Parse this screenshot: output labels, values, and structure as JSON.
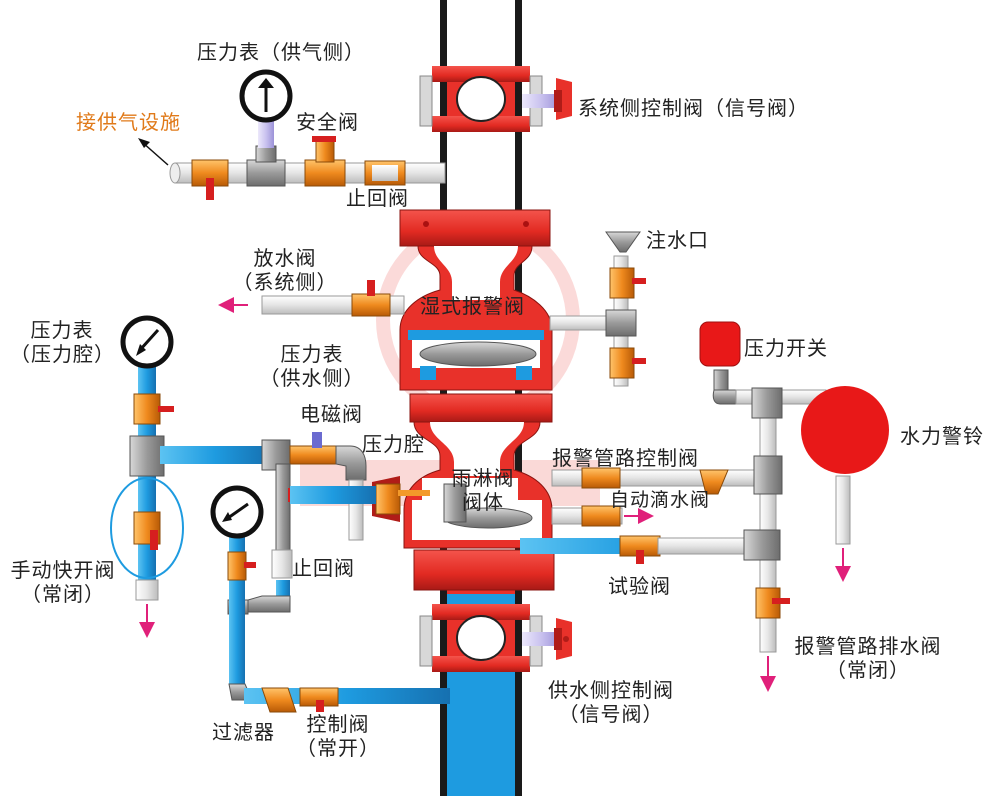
{
  "labels": {
    "gauge_supply_air": "压力表（供气侧）",
    "connect_air_supply": "接供气设施",
    "safety_valve": "安全阀",
    "check_valve_top": "止回阀",
    "system_side_control_valve": "系统侧控制阀（信号阀）",
    "water_inlet": "注水口",
    "drain_valve_line1": "放水阀",
    "drain_valve_line2": "（系统侧）",
    "wet_alarm_valve": "湿式报警阀",
    "gauge_chamber_line1": "压力表",
    "gauge_chamber_line2": "（压力腔）",
    "gauge_supply_water_line1": "压力表",
    "gauge_supply_water_line2": "（供水侧）",
    "pressure_switch": "压力开关",
    "water_motor_gong": "水力警铃",
    "solenoid_valve": "电磁阀",
    "pressure_chamber": "压力腔",
    "alarm_line_control_valve": "报警管路控制阀",
    "deluge_valve_line1": "雨淋阀",
    "deluge_valve_line2": "阀体",
    "auto_drip_valve": "自动滴水阀",
    "manual_quick_open_line1": "手动快开阀",
    "manual_quick_open_line2": "（常闭）",
    "check_valve_bottom": "止回阀",
    "test_valve": "试验阀",
    "alarm_line_drain_line1": "报警管路排水阀",
    "alarm_line_drain_line2": "（常闭）",
    "supply_side_control_line1": "供水侧控制阀",
    "supply_side_control_line2": "（信号阀）",
    "strainer": "过滤器",
    "control_valve_line1": "控制阀",
    "control_valve_line2": "（常开）"
  },
  "colors": {
    "pipe_water": "#1e9be0",
    "valve_body": "#e8312a",
    "valve_dark": "#b01c18",
    "fitting_orange": "#ef8a1e",
    "pipe_white": "#f4f4f4",
    "handle_red": "#d61f1f",
    "arrow_magenta": "#e0207a",
    "bell": "#e81818",
    "riser_black": "#1a1a1a",
    "label_orange": "#e07a1a"
  },
  "icons": [
    "gauge-icon",
    "arrow-icon",
    "bell-icon",
    "handwheel-icon",
    "funnel-icon"
  ]
}
